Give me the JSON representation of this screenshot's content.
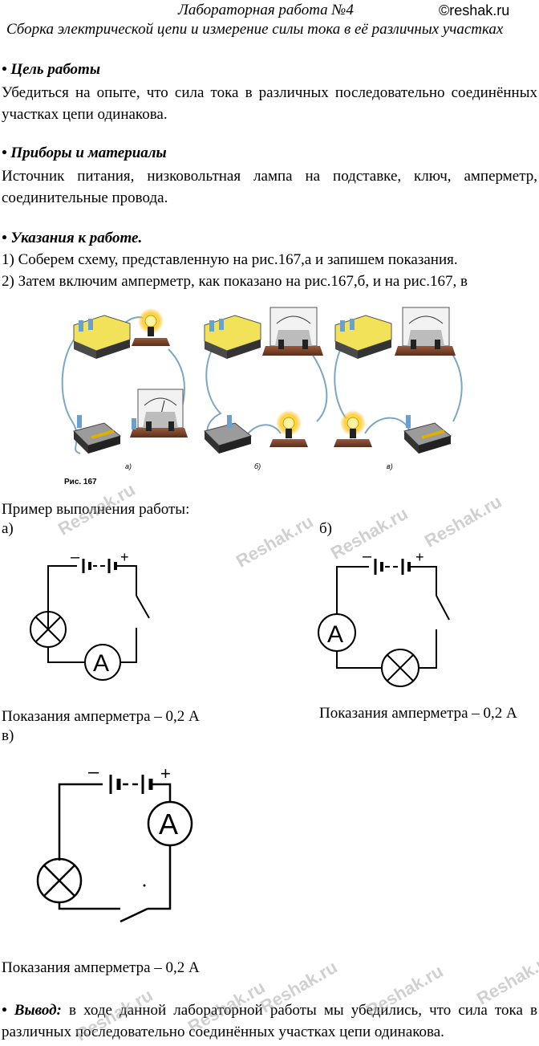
{
  "header": {
    "title": "Лабораторная работа №4",
    "copyright": "©reshak.ru",
    "subtitle": "Сборка электрической цепи и измерение силы тока в её различных участках"
  },
  "goal": {
    "heading": "• Цель работы",
    "text": "Убедиться на опыте, что сила тока в различных последовательно соединённых участках цепи одинакова."
  },
  "materials": {
    "heading": "• Приборы и материалы",
    "text": "Источник питания, низковольтная лампа на подставке, ключ, амперметр, соединительные провода."
  },
  "instructions": {
    "heading": "• Указания к работе.",
    "step1": "1) Соберем схему, представленную на рис.167,а и запишем показания.",
    "step2": "2) Затем включим амперметр, как показано на рис.167,б, и на рис.167, в"
  },
  "figure": {
    "caption": "Рис. 167",
    "label_a": "а)",
    "label_b": "б)",
    "label_c": "в)"
  },
  "example": {
    "intro": "Пример выполнения работы:",
    "label_a": "а)",
    "label_b": "б)",
    "label_c": "в)",
    "reading_a": "Показания амперметра – 0,2 А",
    "reading_b": "Показания амперметра – 0,2 А",
    "reading_c": "Показания амперметра – 0,2 А",
    "minus": "–",
    "plus": "+",
    "ammeter_symbol": "A"
  },
  "conclusion": {
    "label": "• Вывод:",
    "text": " в ходе данной лабораторной работы мы убедились, что сила тока в различных последовательно соединённых участках цепи одинакова."
  },
  "watermark": "Reshak.ru"
}
